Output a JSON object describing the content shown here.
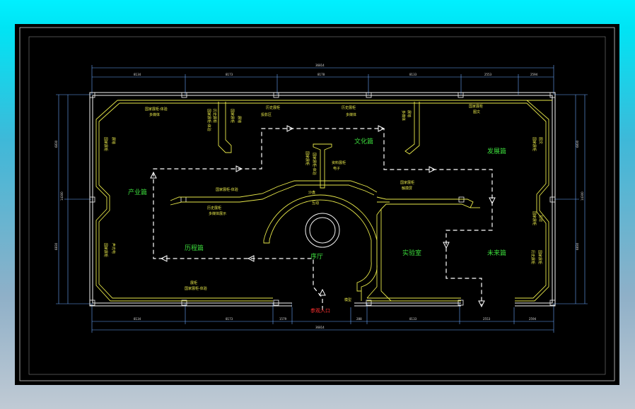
{
  "rooms": {
    "industry": "产业篇",
    "history": "历程篇",
    "lobby": "序厅",
    "lab": "实验室",
    "future": "未来篇",
    "culture": "文化篇",
    "development": "发展篇"
  },
  "entrance": "参观入口",
  "colors": {
    "wall": "#f4f4f4",
    "inner_wall": "#e8e84a",
    "room_label": "#3cdc3c",
    "entrance_label": "#ff3030",
    "dimension": "#6aa8ff"
  },
  "annotations": {
    "a1": "国家展柜-体验",
    "a2": "多媒体",
    "a3": "历史展柜",
    "a4": "国家展柜",
    "a5": "投影区",
    "a6": "展柜",
    "a7": "图文",
    "a8": "展墙",
    "a9": "多媒体展示",
    "a10": "模型",
    "a11": "资料展柜",
    "a12": "电子",
    "a13": "互动",
    "a14": "声光电",
    "a15": "触摸屏",
    "a16": "沙盘"
  }
}
